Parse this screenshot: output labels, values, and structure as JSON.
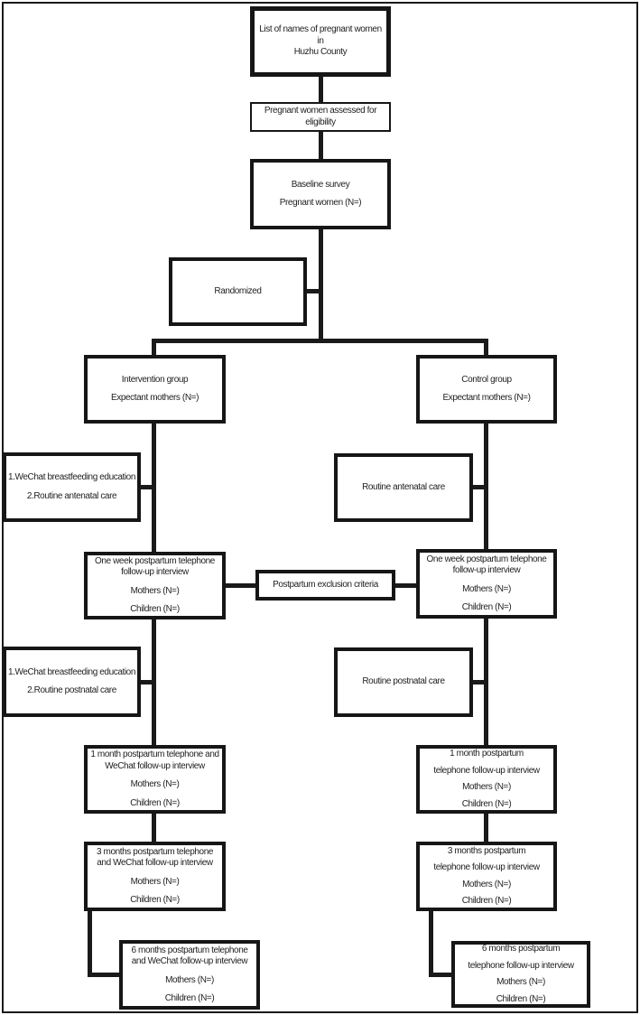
{
  "diagram": {
    "type": "flowchart",
    "colors": {
      "line": "#1a1a1a",
      "text": "#1f1f1f",
      "background": "#ffffff"
    },
    "boxes": {
      "list_names": {
        "lines": [
          "List of names of pregnant women in",
          "Huzhu County"
        ]
      },
      "eligibility": {
        "lines": [
          "Pregnant women assessed for",
          "eligibility"
        ]
      },
      "baseline": {
        "lines": [
          "Baseline survey",
          "Pregnant women (N=)"
        ]
      },
      "randomized": {
        "lines": [
          "Randomized"
        ]
      },
      "intervention_group": {
        "lines": [
          "Intervention group",
          "Expectant mothers (N=)"
        ]
      },
      "control_group": {
        "lines": [
          "Control group",
          "Expectant mothers (N=)"
        ]
      },
      "wechat_antenatal": {
        "lines": [
          "1.WeChat breastfeeding education",
          "2.Routine antenatal care"
        ]
      },
      "routine_antenatal": {
        "lines": [
          "Routine antenatal care"
        ]
      },
      "one_week_left": {
        "heading": [
          "One week postpartum telephone",
          "follow-up interview"
        ],
        "lines": [
          "Mothers (N=)",
          "Children (N=)"
        ]
      },
      "postpartum_exclusion": {
        "lines": [
          "Postpartum exclusion criteria"
        ]
      },
      "one_week_right": {
        "heading": [
          "One week postpartum telephone",
          "follow-up interview"
        ],
        "lines": [
          "Mothers (N=)",
          "Children (N=)"
        ]
      },
      "wechat_postnatal": {
        "lines": [
          "1.WeChat breastfeeding education",
          "2.Routine postnatal care"
        ]
      },
      "routine_postnatal": {
        "lines": [
          "Routine postnatal care"
        ]
      },
      "one_month_left": {
        "heading": [
          "1 month postpartum telephone and",
          "WeChat follow-up interview"
        ],
        "lines": [
          "Mothers (N=)",
          "Children (N=)"
        ]
      },
      "one_month_right": {
        "lines": [
          "1 month postpartum",
          "telephone follow-up interview",
          "Mothers (N=)",
          "Children (N=)"
        ]
      },
      "three_months_left": {
        "heading": [
          "3 months postpartum telephone",
          "and WeChat follow-up interview"
        ],
        "lines": [
          "Mothers (N=)",
          "Children (N=)"
        ]
      },
      "three_months_right": {
        "lines": [
          "3 months postpartum",
          "telephone follow-up interview",
          "Mothers (N=)",
          "Children (N=)"
        ]
      },
      "six_months_left": {
        "heading": [
          "6 months postpartum telephone",
          "and WeChat follow-up interview"
        ],
        "lines": [
          "Mothers (N=)",
          "Children (N=)"
        ]
      },
      "six_months_right": {
        "lines": [
          "6 months postpartum",
          "telephone follow-up interview",
          "Mothers (N=)",
          "Children (N=)"
        ]
      }
    }
  }
}
